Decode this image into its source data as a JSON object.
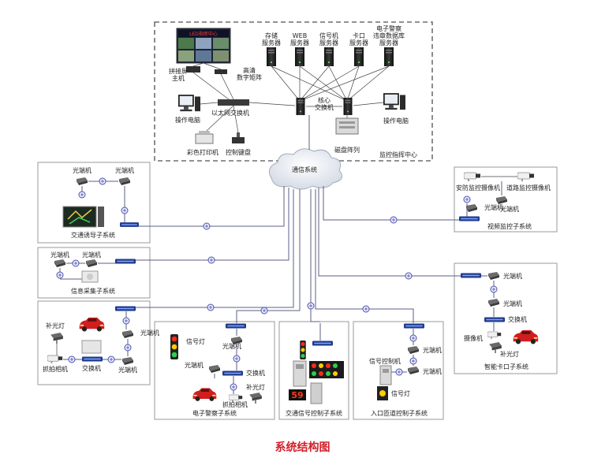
{
  "caption": "系统结构图",
  "center": {
    "servers": [
      {
        "line1": "存储",
        "line2": "服务器"
      },
      {
        "line1": "WEB",
        "line2": "服务器"
      },
      {
        "line1": "信号机",
        "line2": "服务器"
      },
      {
        "line1": "卡口",
        "line2": "服务器"
      },
      {
        "line1": "电子警察",
        "line2": "违章数据库",
        "line3": "服务器"
      }
    ],
    "splice_host": [
      "拼接屏",
      "主机"
    ],
    "hd_matrix": [
      "高清",
      "数字矩阵"
    ],
    "ethernet_switch": "以太网交换机",
    "core_switch": [
      "核心",
      "交换机"
    ],
    "operator_pc": "操作电脑",
    "color_printer": "彩色打印机",
    "control_keyboard": "控制键盘",
    "disk_array": "磁盘阵列",
    "monitor_center": "监控指挥中心",
    "videowall_text": "LED指挥中心"
  },
  "cloud_label": "通信系统",
  "subsystems": {
    "guidance": {
      "title": "交通诱导子系统",
      "optical": "光端机"
    },
    "info": {
      "title": "信息采集子系统",
      "optical": "光端机"
    },
    "capture": {
      "title": "",
      "fill_light": "补光灯",
      "camera": "抓拍相机",
      "switch": "交换机",
      "optical": "光端机"
    },
    "epolice": {
      "title": "电子警察子系统",
      "signal": "信号灯",
      "optical": "光端机",
      "switch": "交换机",
      "fill_light": "补光灯",
      "camera": "抓拍相机"
    },
    "signal": {
      "title": "交通信号控制子系统",
      "countdown": "59"
    },
    "ramp": {
      "title": "入口匝道控制子系统",
      "controller": "信号控制机",
      "optical": "光端机",
      "signal": "信号灯"
    },
    "video": {
      "title": "视频监控子系统",
      "security_cam": "安防监控摄像机",
      "road_cam": "道路监控摄像机",
      "optical": "光端机"
    },
    "checkpoint": {
      "title": "智能卡口子系统",
      "optical": "光端机",
      "switch": "交换机",
      "camera": "摄像机",
      "fill_light": "补光灯"
    }
  }
}
